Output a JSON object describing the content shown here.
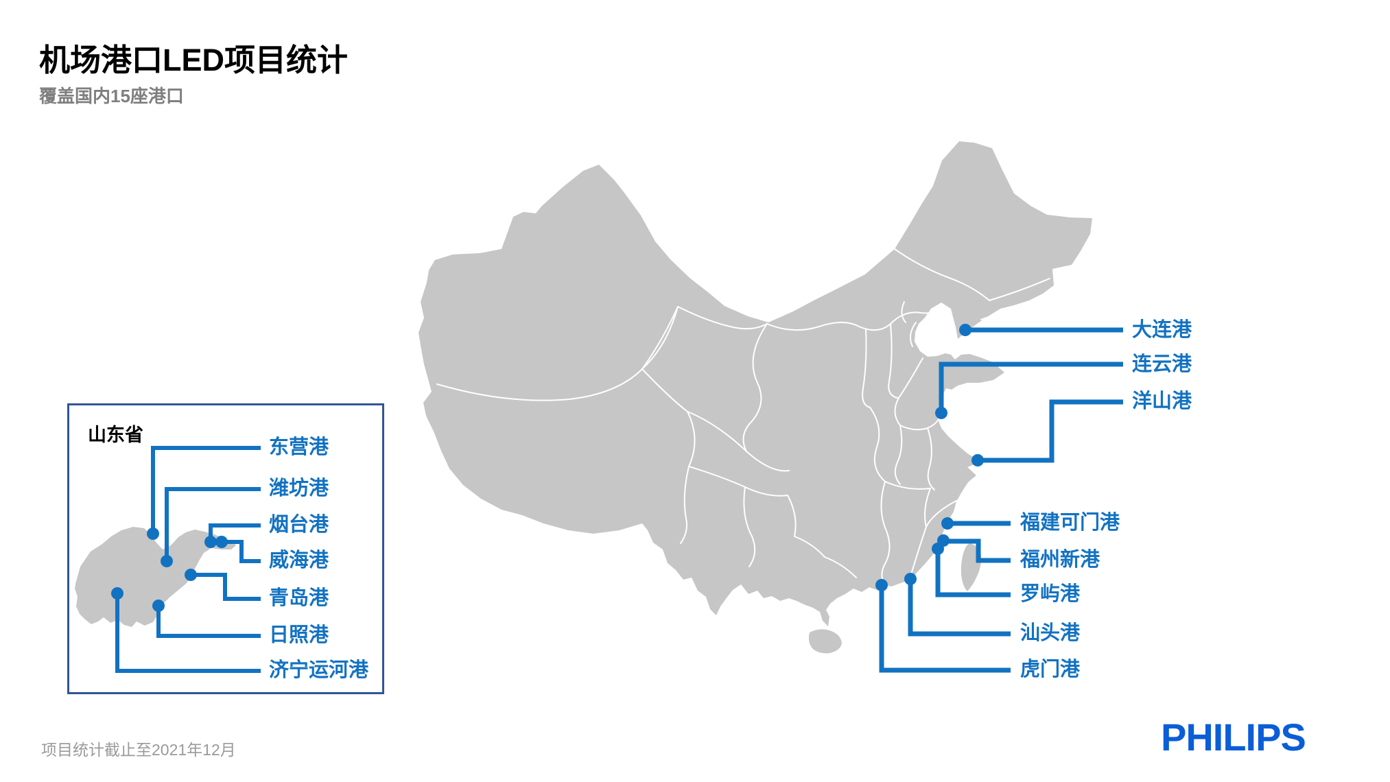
{
  "page": {
    "title": "机场港口LED项目统计",
    "subtitle": "覆盖国内15座港口",
    "footer_note": "项目统计截止至2021年12月",
    "brand": "PHILIPS"
  },
  "colors": {
    "accent_blue": "#1272C2",
    "philips_blue": "#0B5ED7",
    "map_gray": "#C6C6C6",
    "province_border": "#FFFFFF",
    "inset_border": "#2F5597",
    "subtitle_gray": "#7F7F7F",
    "footer_gray": "#9A9A9A"
  },
  "main_map": {
    "ports": [
      {
        "label": "大连港"
      },
      {
        "label": "连云港"
      },
      {
        "label": "洋山港"
      },
      {
        "label": "福建可门港"
      },
      {
        "label": "福州新港"
      },
      {
        "label": "罗屿港"
      },
      {
        "label": "汕头港"
      },
      {
        "label": "虎门港"
      }
    ]
  },
  "inset": {
    "title": "山东省",
    "ports": [
      {
        "label": "东营港"
      },
      {
        "label": "潍坊港"
      },
      {
        "label": "烟台港"
      },
      {
        "label": "威海港"
      },
      {
        "label": "青岛港"
      },
      {
        "label": "日照港"
      },
      {
        "label": "济宁运河港"
      }
    ]
  }
}
